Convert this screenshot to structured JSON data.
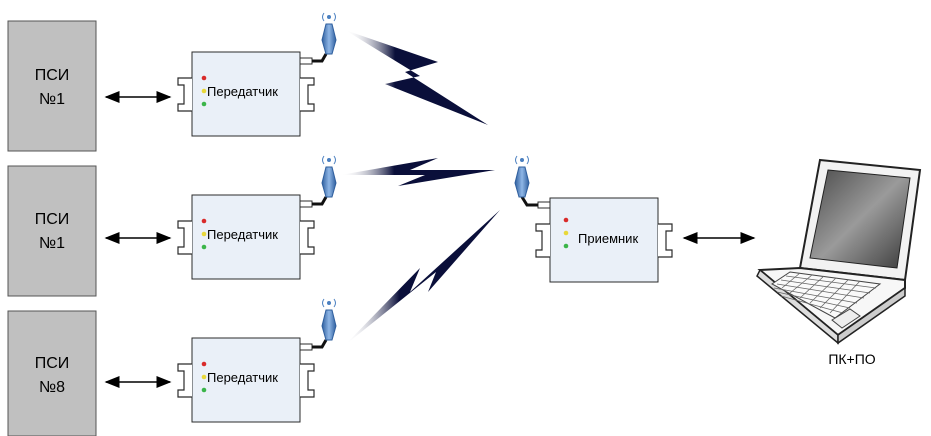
{
  "sensors": [
    {
      "line1": "ПСИ",
      "line2": "№1"
    },
    {
      "line1": "ПСИ",
      "line2": "№1"
    },
    {
      "line1": "ПСИ",
      "line2": "№8"
    }
  ],
  "transmitter_label": "Передатчик",
  "receiver_label": "Приемник",
  "computer_label": "ПК+ПО",
  "colors": {
    "sensor_fill": "#c0c0c0",
    "device_fill": "#eaf0f8",
    "device_stroke": "#2b2b2b",
    "antenna": "#4a7fc0",
    "led_red": "#d92b2b",
    "led_yellow": "#e8d83a",
    "led_green": "#3bb54a",
    "lightning": "#0a0f3a"
  }
}
